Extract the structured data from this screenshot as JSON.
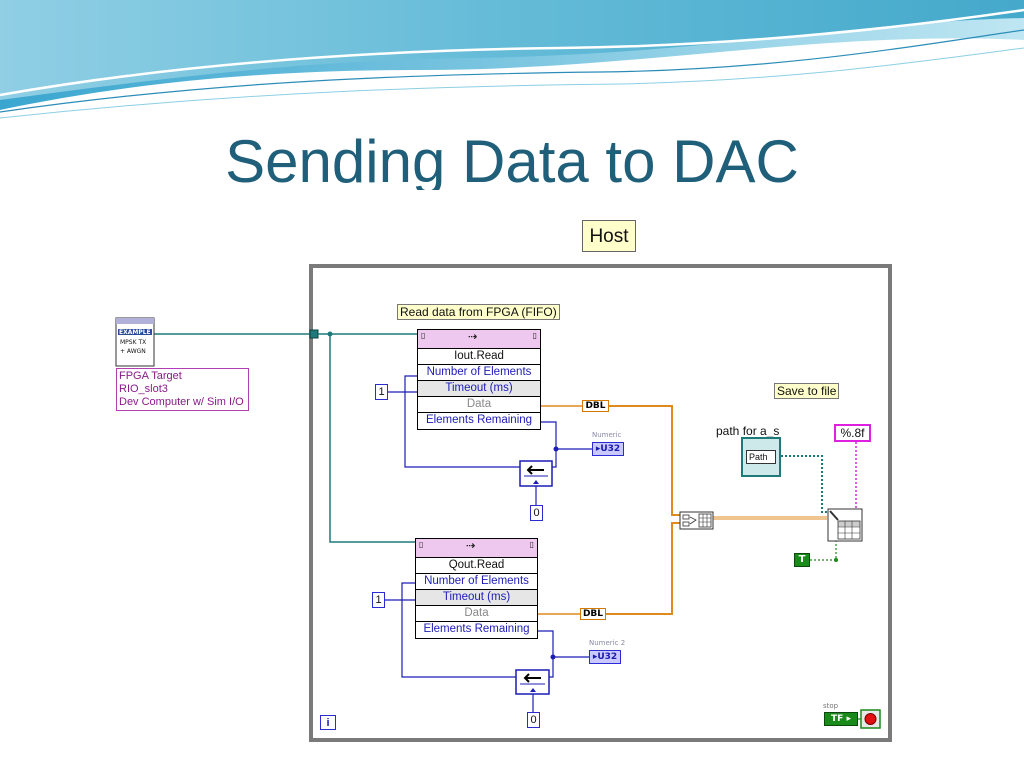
{
  "slide": {
    "title": "Sending Data to DAC"
  },
  "labels": {
    "host": "Host",
    "read_comment": "Read data from FPGA (FIFO)",
    "save_comment": "Save to file",
    "path_label": "path for a_s",
    "path_control": "Path",
    "format_string": "%.8f",
    "stop_label": "stop",
    "stop_control": "TF",
    "true_constant": "T",
    "loop_index": "i"
  },
  "fpga_ref": {
    "lines": [
      "FPGA Target",
      "RIO_slot3",
      "Dev Computer w/ Sim I/O"
    ],
    "icon_lines": [
      "EXAMPLE",
      "MPSK TX",
      "+ AWGN"
    ]
  },
  "nodes": {
    "iout": {
      "method": "Iout.Read",
      "rows": [
        "Number of Elements",
        "Timeout (ms)",
        "Data",
        "Elements Remaining"
      ]
    },
    "qout": {
      "method": "Qout.Read",
      "rows": [
        "Number of Elements",
        "Timeout (ms)",
        "Data",
        "Elements Remaining"
      ]
    }
  },
  "constants": {
    "iout_elements": "1",
    "iout_zero": "0",
    "qout_elements": "1",
    "qout_zero": "0"
  },
  "indicators": {
    "iout_numeric_label": "Numeric",
    "iout_numeric_type": "U32",
    "qout_numeric_label": "Numeric 2",
    "qout_numeric_type": "U32",
    "iout_data_type": "DBL",
    "qout_data_type": "DBL"
  },
  "colors": {
    "title": "#1f5f7a",
    "wire_blue": "#1c1cb8",
    "wire_orange": "#e08a1e",
    "wire_teal": "#1e7a7a",
    "loop_frame": "#7a7a7a"
  }
}
